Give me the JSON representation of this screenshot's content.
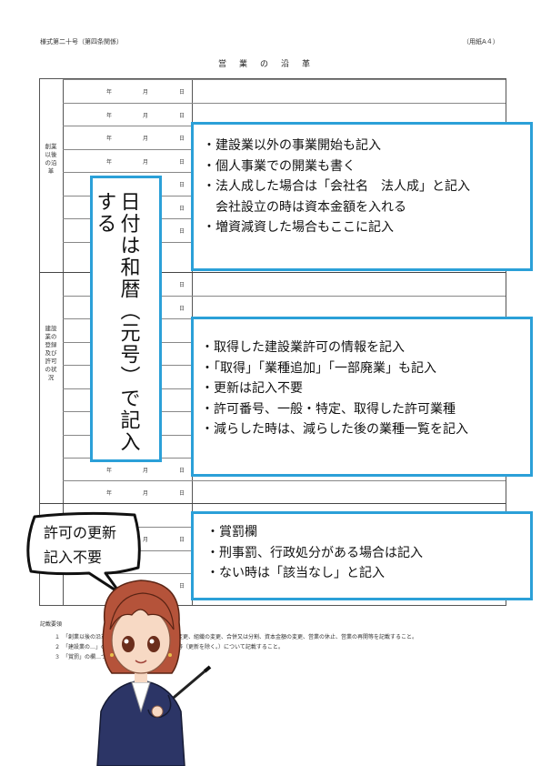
{
  "header": {
    "form_number": "様式第二十号（第四条関係）",
    "paper_size": "（用紙A４）",
    "title": "営業の沿革"
  },
  "table": {
    "section1_label": "創業以後の沿革",
    "section2_label": "建設業の登録及び許可の状況",
    "date_year": "年",
    "date_month": "月",
    "date_day": "日"
  },
  "callouts": {
    "box1": [
      "・建設業以外の事業開始も記入",
      "・個人事業での開業も書く",
      "・法人成した場合は「会社名　法人成」と記入",
      "　会社設立の時は資本金額を入れる",
      "・増資減資した場合もここに記入"
    ],
    "box2": [
      "・取得した建設業許可の情報を記入",
      "・「取得」「業種追加」「一部廃業」も記入",
      "・更新は記入不要",
      "・許可番号、一般・特定、取得した許可業種",
      "・減らした時は、減らした後の業種一覧を記入"
    ],
    "box3": [
      "・賞罰欄",
      "・刑事罰、行政処分がある場合は記入",
      "・ない時は「該当なし」と記入"
    ],
    "vertical": "日付は和暦（元号）で記入する"
  },
  "speech_bubble": {
    "line1": "許可の更新",
    "line2": "記入不要"
  },
  "notes": {
    "title": "記載要領",
    "items": [
      "１　「創業以後の沿革」の欄は、…商号又は名称の変更、組織の変更、合併又は分割、資本金額の変更、営業の休止、営業の再開等を記載すること。",
      "２　「建設業の…」の欄は、建設業の登録及び許可等（更新を除く。）について記載すること。",
      "３　「賞罰」の欄…ついて記載すること。"
    ]
  },
  "colors": {
    "callout_border": "#2ba0d8",
    "suit": "#2c3566",
    "hair": "#b5533a"
  }
}
